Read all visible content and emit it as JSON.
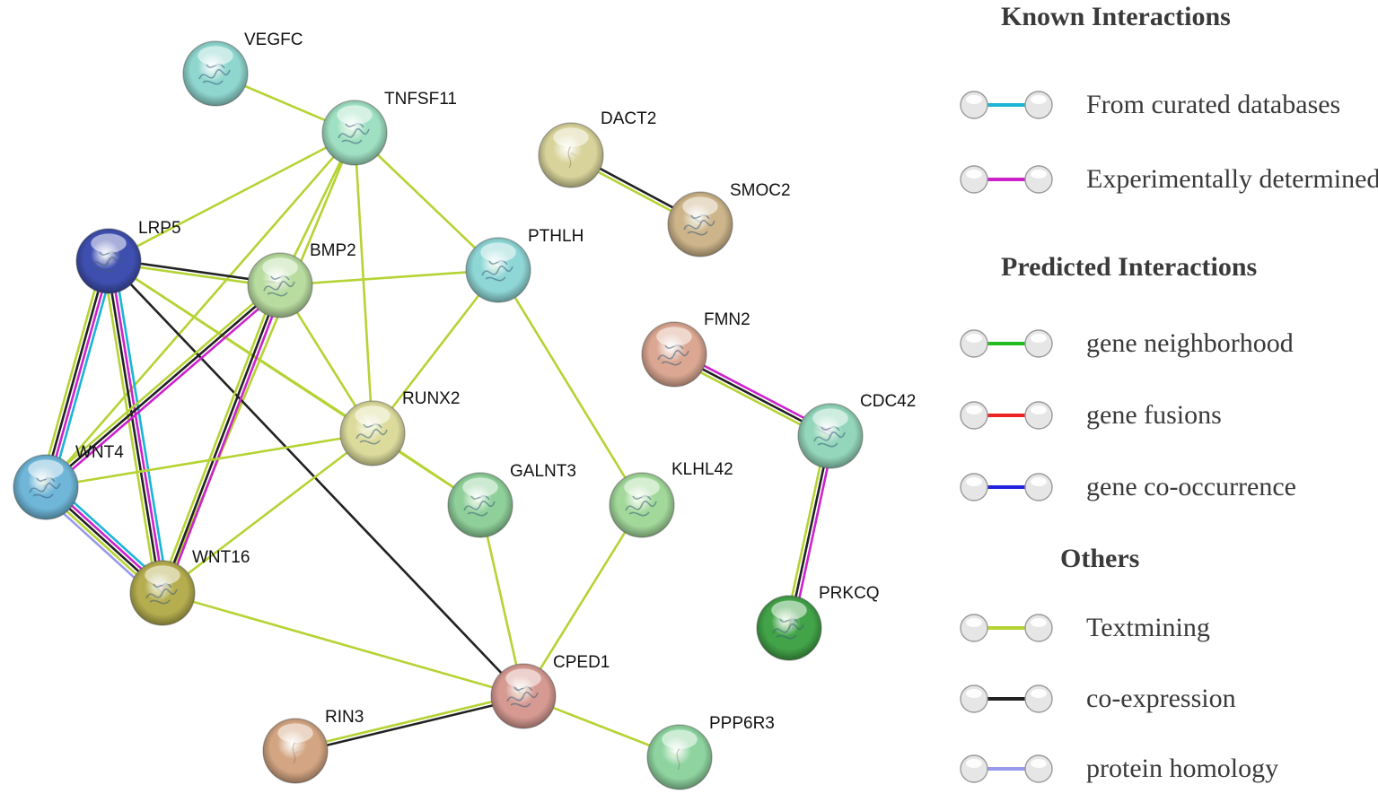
{
  "network": {
    "nodes": [
      {
        "id": "VEGFC",
        "label": "VEGFC",
        "color": "#8fd6cf",
        "structure": true
      },
      {
        "id": "TNFSF11",
        "label": "TNFSF11",
        "color": "#9fe0c2",
        "structure": true
      },
      {
        "id": "DACT2",
        "label": "DACT2",
        "color": "#d8d39a",
        "structure": false
      },
      {
        "id": "SMOC2",
        "label": "SMOC2",
        "color": "#cdb48a",
        "structure": true
      },
      {
        "id": "LRP5",
        "label": "LRP5",
        "color": "#3f4fb0",
        "structure": true
      },
      {
        "id": "BMP2",
        "label": "BMP2",
        "color": "#b8dca0",
        "structure": true
      },
      {
        "id": "PTHLH",
        "label": "PTHLH",
        "color": "#8fd6d6",
        "structure": true
      },
      {
        "id": "FMN2",
        "label": "FMN2",
        "color": "#dba792",
        "structure": true
      },
      {
        "id": "RUNX2",
        "label": "RUNX2",
        "color": "#dcdb9c",
        "structure": true
      },
      {
        "id": "CDC42",
        "label": "CDC42",
        "color": "#93d6bb",
        "structure": true
      },
      {
        "id": "WNT4",
        "label": "WNT4",
        "color": "#6fb6d8",
        "structure": true
      },
      {
        "id": "GALNT3",
        "label": "GALNT3",
        "color": "#8fd09a",
        "structure": true
      },
      {
        "id": "KLHL42",
        "label": "KLHL42",
        "color": "#a2d89a",
        "structure": true
      },
      {
        "id": "WNT16",
        "label": "WNT16",
        "color": "#b5ad4e",
        "structure": true
      },
      {
        "id": "PRKCQ",
        "label": "PRKCQ",
        "color": "#42a348",
        "structure": true
      },
      {
        "id": "CPED1",
        "label": "CPED1",
        "color": "#d69a92",
        "structure": true
      },
      {
        "id": "RIN3",
        "label": "RIN3",
        "color": "#d3a582",
        "structure": false
      },
      {
        "id": "PPP6R3",
        "label": "PPP6R3",
        "color": "#8fd4a0",
        "structure": false
      }
    ],
    "edges": [
      {
        "source": "VEGFC",
        "target": "TNFSF11",
        "evidence": [
          "textmining"
        ]
      },
      {
        "source": "TNFSF11",
        "target": "LRP5",
        "evidence": [
          "textmining"
        ]
      },
      {
        "source": "TNFSF11",
        "target": "BMP2",
        "evidence": [
          "textmining"
        ]
      },
      {
        "source": "TNFSF11",
        "target": "PTHLH",
        "evidence": [
          "textmining"
        ]
      },
      {
        "source": "TNFSF11",
        "target": "RUNX2",
        "evidence": [
          "textmining"
        ]
      },
      {
        "source": "TNFSF11",
        "target": "WNT4",
        "evidence": [
          "textmining"
        ]
      },
      {
        "source": "TNFSF11",
        "target": "WNT16",
        "evidence": [
          "textmining"
        ]
      },
      {
        "source": "LRP5",
        "target": "BMP2",
        "evidence": [
          "coexpression",
          "textmining"
        ]
      },
      {
        "source": "LRP5",
        "target": "RUNX2",
        "evidence": [
          "textmining"
        ]
      },
      {
        "source": "LRP5",
        "target": "WNT4",
        "evidence": [
          "curated",
          "experimental",
          "coexpression",
          "textmining"
        ]
      },
      {
        "source": "LRP5",
        "target": "WNT16",
        "evidence": [
          "curated",
          "experimental",
          "coexpression",
          "textmining"
        ]
      },
      {
        "source": "LRP5",
        "target": "CPED1",
        "evidence": [
          "coexpression"
        ]
      },
      {
        "source": "LRP5",
        "target": "GALNT3",
        "evidence": [
          "textmining"
        ]
      },
      {
        "source": "BMP2",
        "target": "PTHLH",
        "evidence": [
          "textmining"
        ]
      },
      {
        "source": "BMP2",
        "target": "RUNX2",
        "evidence": [
          "textmining"
        ]
      },
      {
        "source": "BMP2",
        "target": "WNT4",
        "evidence": [
          "experimental",
          "coexpression",
          "textmining"
        ]
      },
      {
        "source": "BMP2",
        "target": "WNT16",
        "evidence": [
          "experimental",
          "coexpression",
          "textmining"
        ]
      },
      {
        "source": "PTHLH",
        "target": "RUNX2",
        "evidence": [
          "textmining"
        ]
      },
      {
        "source": "PTHLH",
        "target": "KLHL42",
        "evidence": [
          "textmining"
        ]
      },
      {
        "source": "RUNX2",
        "target": "WNT4",
        "evidence": [
          "textmining"
        ]
      },
      {
        "source": "RUNX2",
        "target": "WNT16",
        "evidence": [
          "textmining"
        ]
      },
      {
        "source": "RUNX2",
        "target": "GALNT3",
        "evidence": [
          "textmining"
        ]
      },
      {
        "source": "WNT4",
        "target": "WNT16",
        "evidence": [
          "curated",
          "experimental",
          "coexpression",
          "textmining",
          "homology"
        ]
      },
      {
        "source": "WNT16",
        "target": "CPED1",
        "evidence": [
          "textmining"
        ]
      },
      {
        "source": "GALNT3",
        "target": "CPED1",
        "evidence": [
          "textmining"
        ]
      },
      {
        "source": "KLHL42",
        "target": "CPED1",
        "evidence": [
          "textmining"
        ]
      },
      {
        "source": "CPED1",
        "target": "RIN3",
        "evidence": [
          "coexpression",
          "textmining"
        ]
      },
      {
        "source": "CPED1",
        "target": "PPP6R3",
        "evidence": [
          "textmining"
        ]
      },
      {
        "source": "DACT2",
        "target": "SMOC2",
        "evidence": [
          "coexpression",
          "textmining"
        ]
      },
      {
        "source": "FMN2",
        "target": "CDC42",
        "evidence": [
          "experimental",
          "coexpression",
          "textmining"
        ]
      },
      {
        "source": "CDC42",
        "target": "PRKCQ",
        "evidence": [
          "experimental",
          "coexpression",
          "textmining"
        ]
      }
    ]
  },
  "legend": {
    "sections": [
      {
        "heading": "Known Interactions",
        "items": [
          {
            "label": "From curated databases",
            "color": "#1ab4d6"
          },
          {
            "label": "Experimentally determined",
            "color": "#cc22cc"
          }
        ]
      },
      {
        "heading": "Predicted Interactions",
        "items": [
          {
            "label": "gene neighborhood",
            "color": "#22bb22"
          },
          {
            "label": "gene fusions",
            "color": "#ee2222"
          },
          {
            "label": "gene co-occurrence",
            "color": "#2222dd"
          }
        ]
      },
      {
        "heading": "Others",
        "items": [
          {
            "label": "Textmining",
            "color": "#b5d334"
          },
          {
            "label": "co-expression",
            "color": "#222222"
          },
          {
            "label": "protein homology",
            "color": "#9999ee"
          }
        ]
      }
    ]
  },
  "evidence_colors": {
    "curated": "#1ab4d6",
    "experimental": "#cc22cc",
    "neighborhood": "#22bb22",
    "fusion": "#ee2222",
    "cooccurrence": "#2222dd",
    "textmining": "#b5d334",
    "coexpression": "#222222",
    "homology": "#9999ee"
  }
}
